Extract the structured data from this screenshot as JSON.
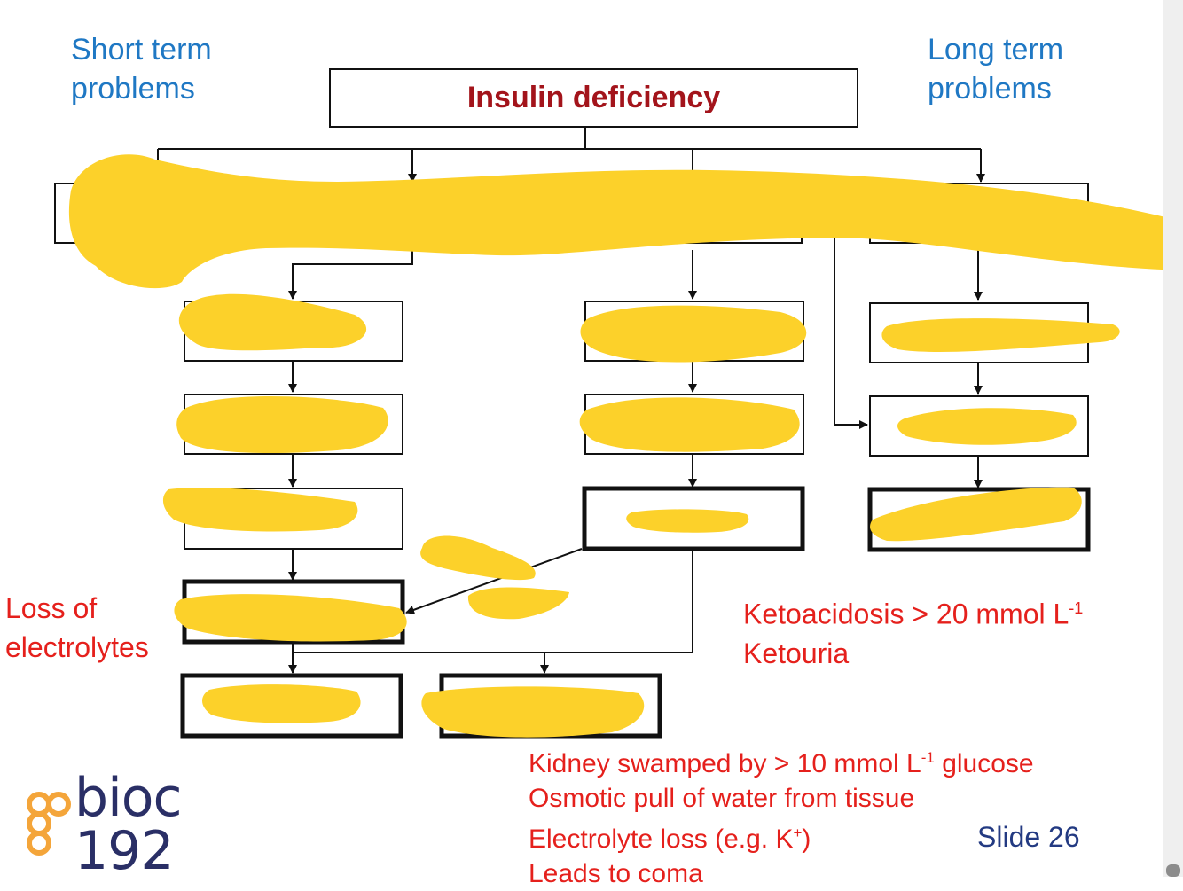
{
  "left_heading": {
    "line1": "Short term",
    "line2": "problems"
  },
  "right_heading": {
    "line1": "Long term",
    "line2": "problems"
  },
  "top_box": {
    "label": "Insulin deficiency"
  },
  "left_note": {
    "line1": "Loss of",
    "line2": "electrolytes"
  },
  "ketoacidosis": {
    "line1_text": "Ketoacidosis > 20 mmol L",
    "line1_sup": "-1",
    "line2": "Ketouria"
  },
  "kidney_notes": {
    "line1_pre": "Kidney swamped by > 10 mmol L",
    "line1_sup": "-1",
    "line1_post": " glucose",
    "line2": "Osmotic pull of water from tissue",
    "line3_pre": "Electrolyte loss (e.g. K",
    "line3_sup": "+",
    "line3_post": ")",
    "line4": "Leads to coma"
  },
  "logo": {
    "text": "bioc 192"
  },
  "slide": {
    "label": "Slide 26"
  },
  "colors": {
    "heading_blue": "#1f78c4",
    "note_red": "#e5201c",
    "title_red": "#a3141b",
    "highlighter_yellow": "#fcd12a",
    "logo_orange": "#f4a53a",
    "logo_navy": "#2a2f66"
  }
}
